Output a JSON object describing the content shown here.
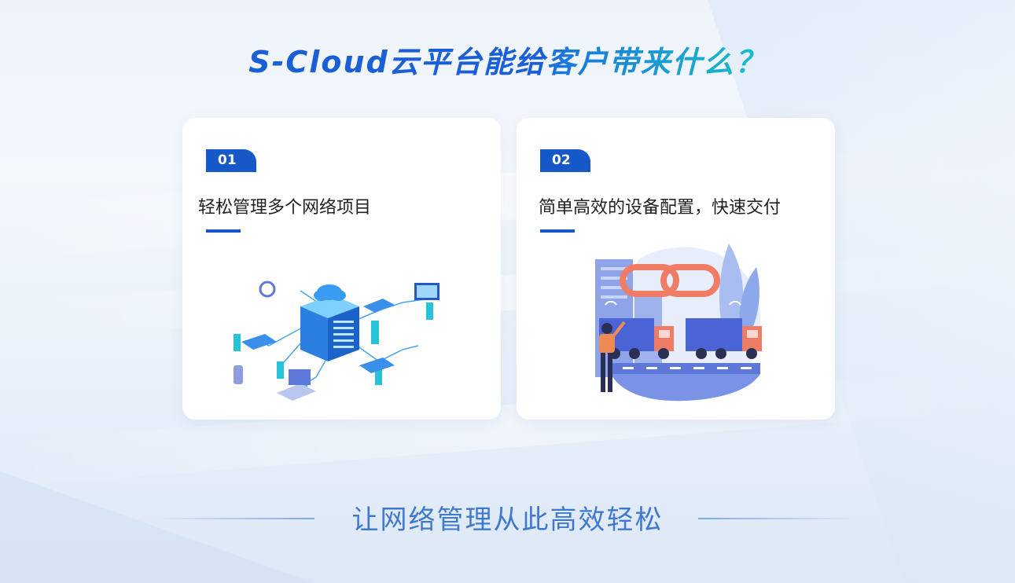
{
  "title": {
    "part1": "S-Cloud云平台能给",
    "part2": "客户带来什么？"
  },
  "cards": [
    {
      "number": "01",
      "title": "轻松管理多个网络项目",
      "illustration": "network-server-icon"
    },
    {
      "number": "02",
      "title": "简单高效的设备配置，快速交付",
      "illustration": "logistics-trucks-icon"
    }
  ],
  "footer": {
    "slogan": "让网络管理从此高效轻松"
  },
  "colors": {
    "brand_blue": "#1758c9",
    "accent_cyan": "#19c2c4",
    "footer_text": "#3f78d0"
  }
}
